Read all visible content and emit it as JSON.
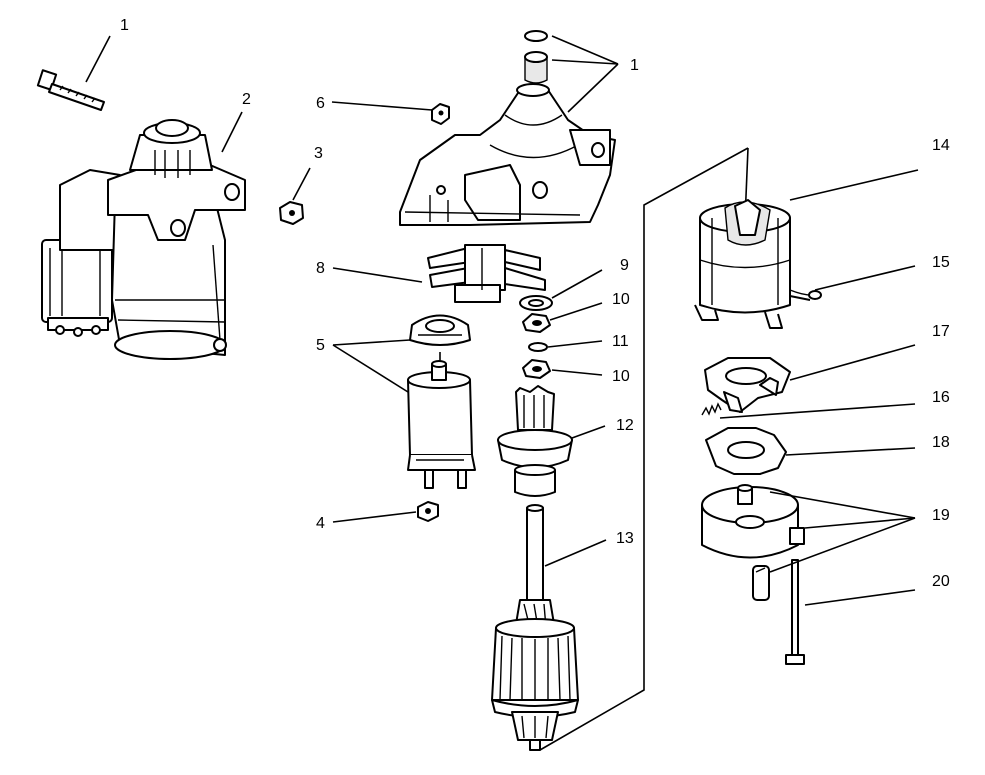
{
  "callouts": [
    {
      "id": "c1a",
      "text": "1"
    },
    {
      "id": "c2",
      "text": "2"
    },
    {
      "id": "c6",
      "text": "6"
    },
    {
      "id": "c3",
      "text": "3"
    },
    {
      "id": "c1b",
      "text": "1"
    },
    {
      "id": "c14",
      "text": "14"
    },
    {
      "id": "c15",
      "text": "15"
    },
    {
      "id": "c8",
      "text": "8"
    },
    {
      "id": "c9",
      "text": "9"
    },
    {
      "id": "c10a",
      "text": "10"
    },
    {
      "id": "c11",
      "text": "11"
    },
    {
      "id": "c10b",
      "text": "10"
    },
    {
      "id": "c17",
      "text": "17"
    },
    {
      "id": "c5",
      "text": "5"
    },
    {
      "id": "c16",
      "text": "16"
    },
    {
      "id": "c12",
      "text": "12"
    },
    {
      "id": "c18",
      "text": "18"
    },
    {
      "id": "c4",
      "text": "4"
    },
    {
      "id": "c19",
      "text": "19"
    },
    {
      "id": "c13",
      "text": "13"
    },
    {
      "id": "c20",
      "text": "20"
    }
  ]
}
